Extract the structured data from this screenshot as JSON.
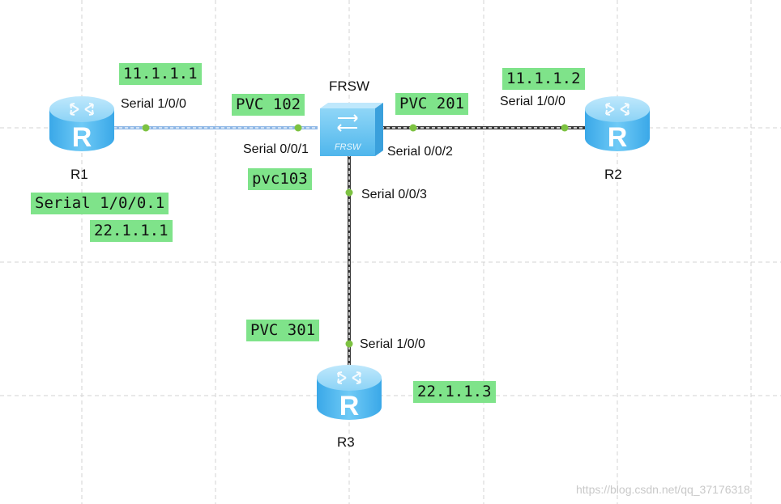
{
  "devices": {
    "r1": {
      "name": "R1"
    },
    "r2": {
      "name": "R2"
    },
    "r3": {
      "name": "R3"
    },
    "frsw": {
      "name": "FRSW",
      "icon_text": "FRSW"
    }
  },
  "interfaces": {
    "r1_s100": "Serial 1/0/0",
    "frsw_s001": "Serial 0/0/1",
    "frsw_s002": "Serial 0/0/2",
    "frsw_s003": "Serial 0/0/3",
    "r2_s100": "Serial 1/0/0",
    "r3_s100": "Serial 1/0/0"
  },
  "annotations": {
    "r1_ip": "11.1.1.1",
    "r2_ip": "11.1.1.2",
    "r1_subif": "Serial 1/0/0.1",
    "r1_subif_ip": "22.1.1.1",
    "r3_ip": "22.1.1.3",
    "pvc102": "PVC 102",
    "pvc201": "PVC 201",
    "pvc103": "pvc103",
    "pvc301": "PVC 301"
  },
  "watermark": "https://blog.csdn.net/qq_37176318",
  "colors": {
    "highlight": "#7fe38a",
    "grid": "#d3d3d3",
    "port_dot": "#7dc242",
    "r1_link": "#8fb8e6",
    "router_body": "#5bbdf0"
  }
}
